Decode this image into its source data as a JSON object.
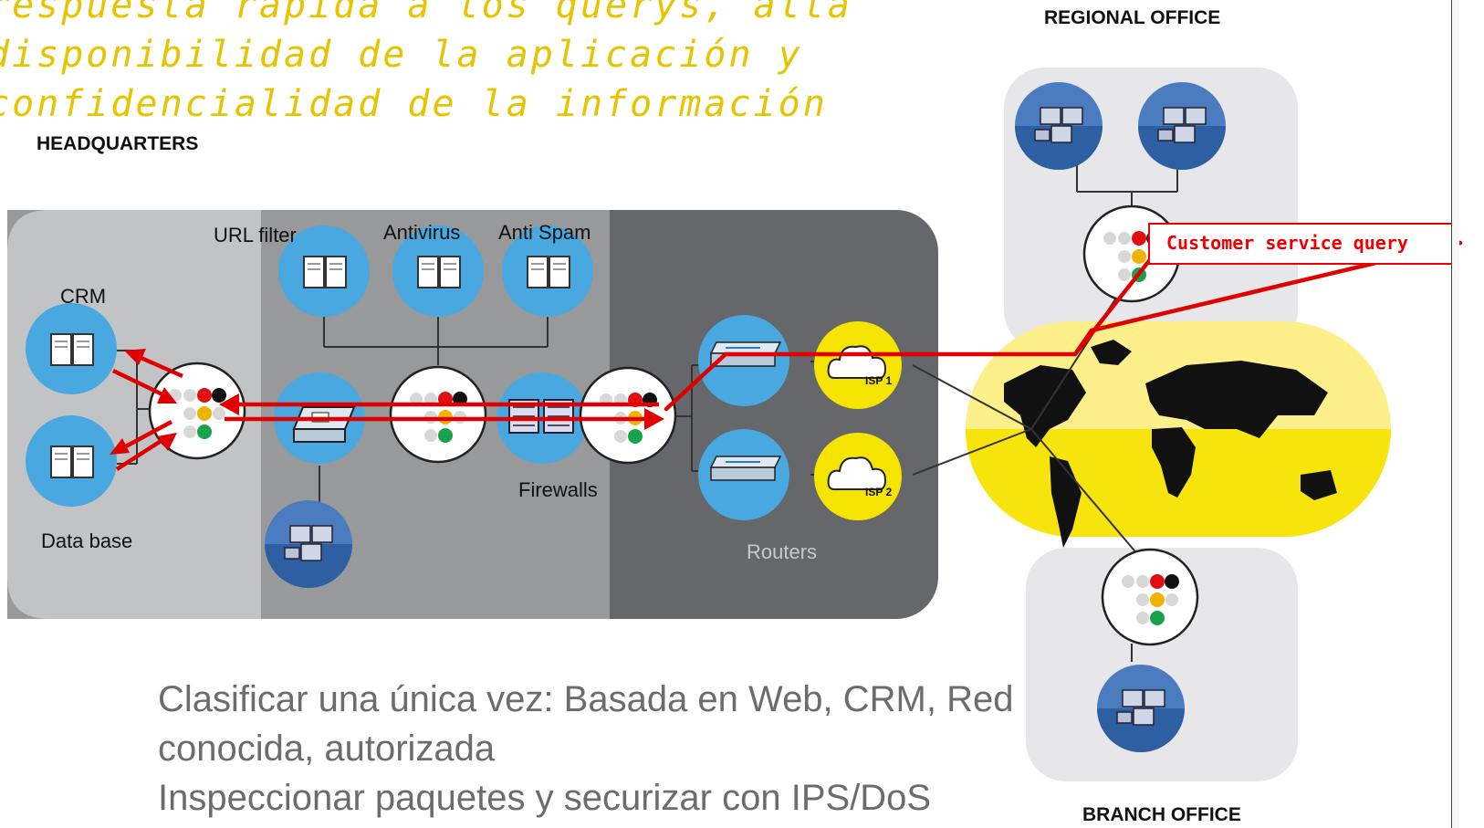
{
  "title": {
    "line1": "respuesta rápida a los querys, alta",
    "line2": "disponibilidad de la aplicación y",
    "line3": "confidencialidad de la información"
  },
  "labels": {
    "headquarters": "HEADQUARTERS",
    "regional_office": "REGIONAL OFFICE",
    "branch_office": "BRANCH  OFFICE",
    "crm": "CRM",
    "data_base": "Data base",
    "url_filter": "URL filter",
    "antivirus": "Antivirus",
    "anti_spam": "Anti Spam",
    "firewalls": "Firewalls",
    "routers": "Routers",
    "isp1": "ISP 1",
    "isp2": "ISP 2",
    "query": "Customer service query"
  },
  "bullets": {
    "line1": "Clasificar una única vez: Basada en Web, CRM, Red",
    "line2": "conocida, autorizada",
    "line3": "Inspeccionar paquetes y securizar con IPS/DoS"
  },
  "colors": {
    "accent_red": "#e00000",
    "title_yellow": "#e8c400",
    "zone_light": "#c2c3c5",
    "zone_mid": "#98999b",
    "zone_dark": "#66676a",
    "device_blue": "#4aa7dc",
    "isp_yellow": "#f3e200"
  },
  "icons": [
    "server-icon",
    "workstation-icon",
    "router-icon",
    "cloud-icon",
    "traffic-light-switch-icon",
    "firewall-icon",
    "world-map-icon"
  ]
}
